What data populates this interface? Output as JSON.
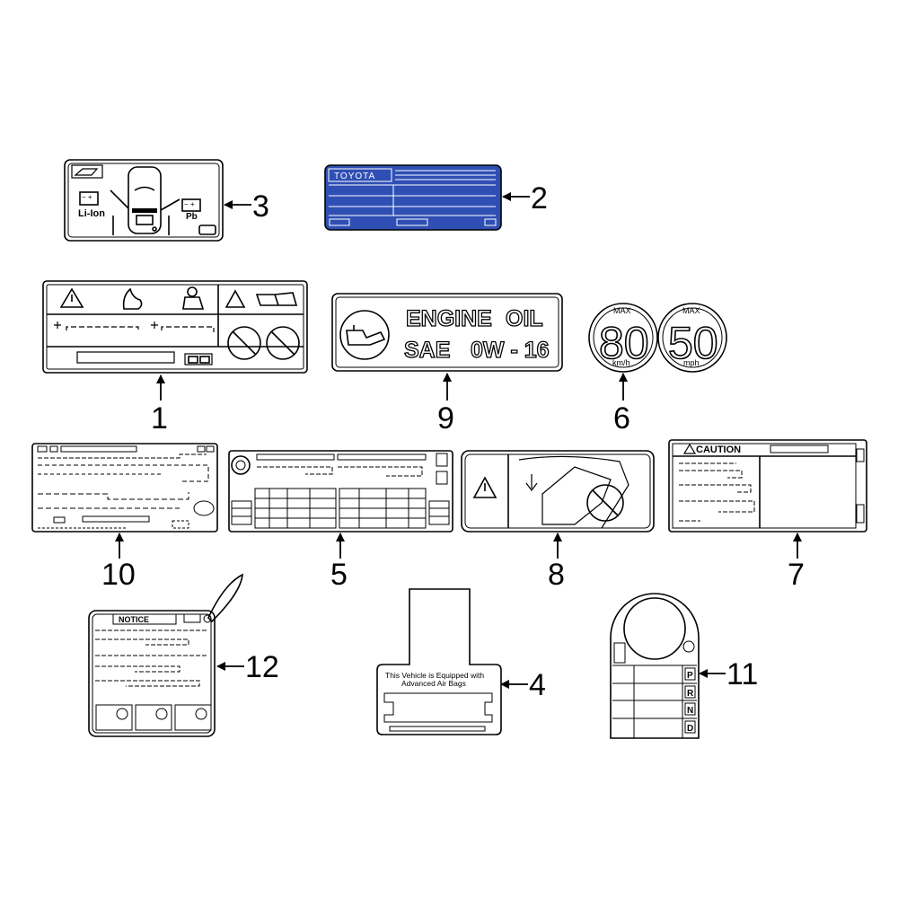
{
  "callouts": [
    {
      "id": "1",
      "label": "1"
    },
    {
      "id": "2",
      "label": "2"
    },
    {
      "id": "3",
      "label": "3"
    },
    {
      "id": "4",
      "label": "4"
    },
    {
      "id": "5",
      "label": "5"
    },
    {
      "id": "6",
      "label": "6"
    },
    {
      "id": "7",
      "label": "7"
    },
    {
      "id": "8",
      "label": "8"
    },
    {
      "id": "9",
      "label": "9"
    },
    {
      "id": "10",
      "label": "10"
    },
    {
      "id": "11",
      "label": "11"
    },
    {
      "id": "12",
      "label": "12"
    }
  ],
  "labels": {
    "battery": {
      "li_ion": "Li-Ion",
      "pb": "Pb",
      "minus_plus": "− +"
    },
    "vin_plate": {
      "brand": "TOYOTA",
      "color": "#2f4fb4"
    },
    "engine_oil": {
      "line1_a": "ENGINE",
      "line1_b": "OIL",
      "line2_a": "SAE",
      "line2_b": "0W - 16"
    },
    "speed": {
      "max": "MAX",
      "val1": "80",
      "unit1": "km/h",
      "val2": "50",
      "unit2": "mph"
    },
    "caution": {
      "title": "CAUTION"
    },
    "notice": {
      "title": "NOTICE"
    },
    "airbag": {
      "line1": "This Vehicle is Equipped with",
      "line2": "Advanced Air Bags"
    },
    "shift": {
      "p": "P",
      "r": "R",
      "n": "N",
      "d": "D"
    }
  }
}
